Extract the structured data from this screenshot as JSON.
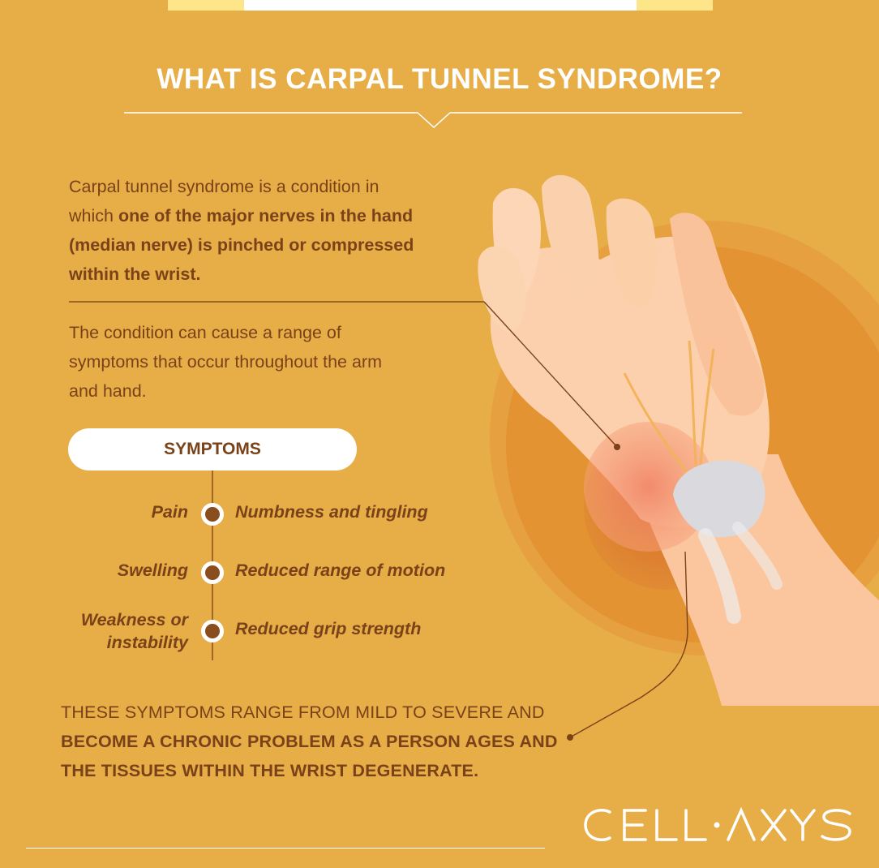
{
  "title": "WHAT IS CARPAL TUNNEL SYNDROME?",
  "intro": {
    "plain": "Carpal tunnel syndrome is a condition in which ",
    "bold": "one of the major nerves in the hand (median nerve) is pinched or compressed within the wrist."
  },
  "condition_text": "The condition can cause a range of symptoms that occur throughout the arm and hand.",
  "symptoms": {
    "heading": "SYMPTOMS",
    "rows": [
      {
        "left": "Pain",
        "right": "Numbness and tingling"
      },
      {
        "left": "Swelling",
        "right": "Reduced range of motion"
      },
      {
        "left": "Weakness or instability",
        "right": "Reduced grip strength"
      }
    ]
  },
  "chronic": {
    "plain": "These symptoms range from mild to severe and ",
    "bold": "become a chronic problem as a person ages and the tissues within the wrist degenerate."
  },
  "logo": {
    "text": "CELL·AXYS"
  },
  "colors": {
    "background": "#e7ad47",
    "text_brown": "#7a4218",
    "accent_dot": "#8a4d1d",
    "highlight_yellow": "#fde58a",
    "white": "#ffffff"
  }
}
